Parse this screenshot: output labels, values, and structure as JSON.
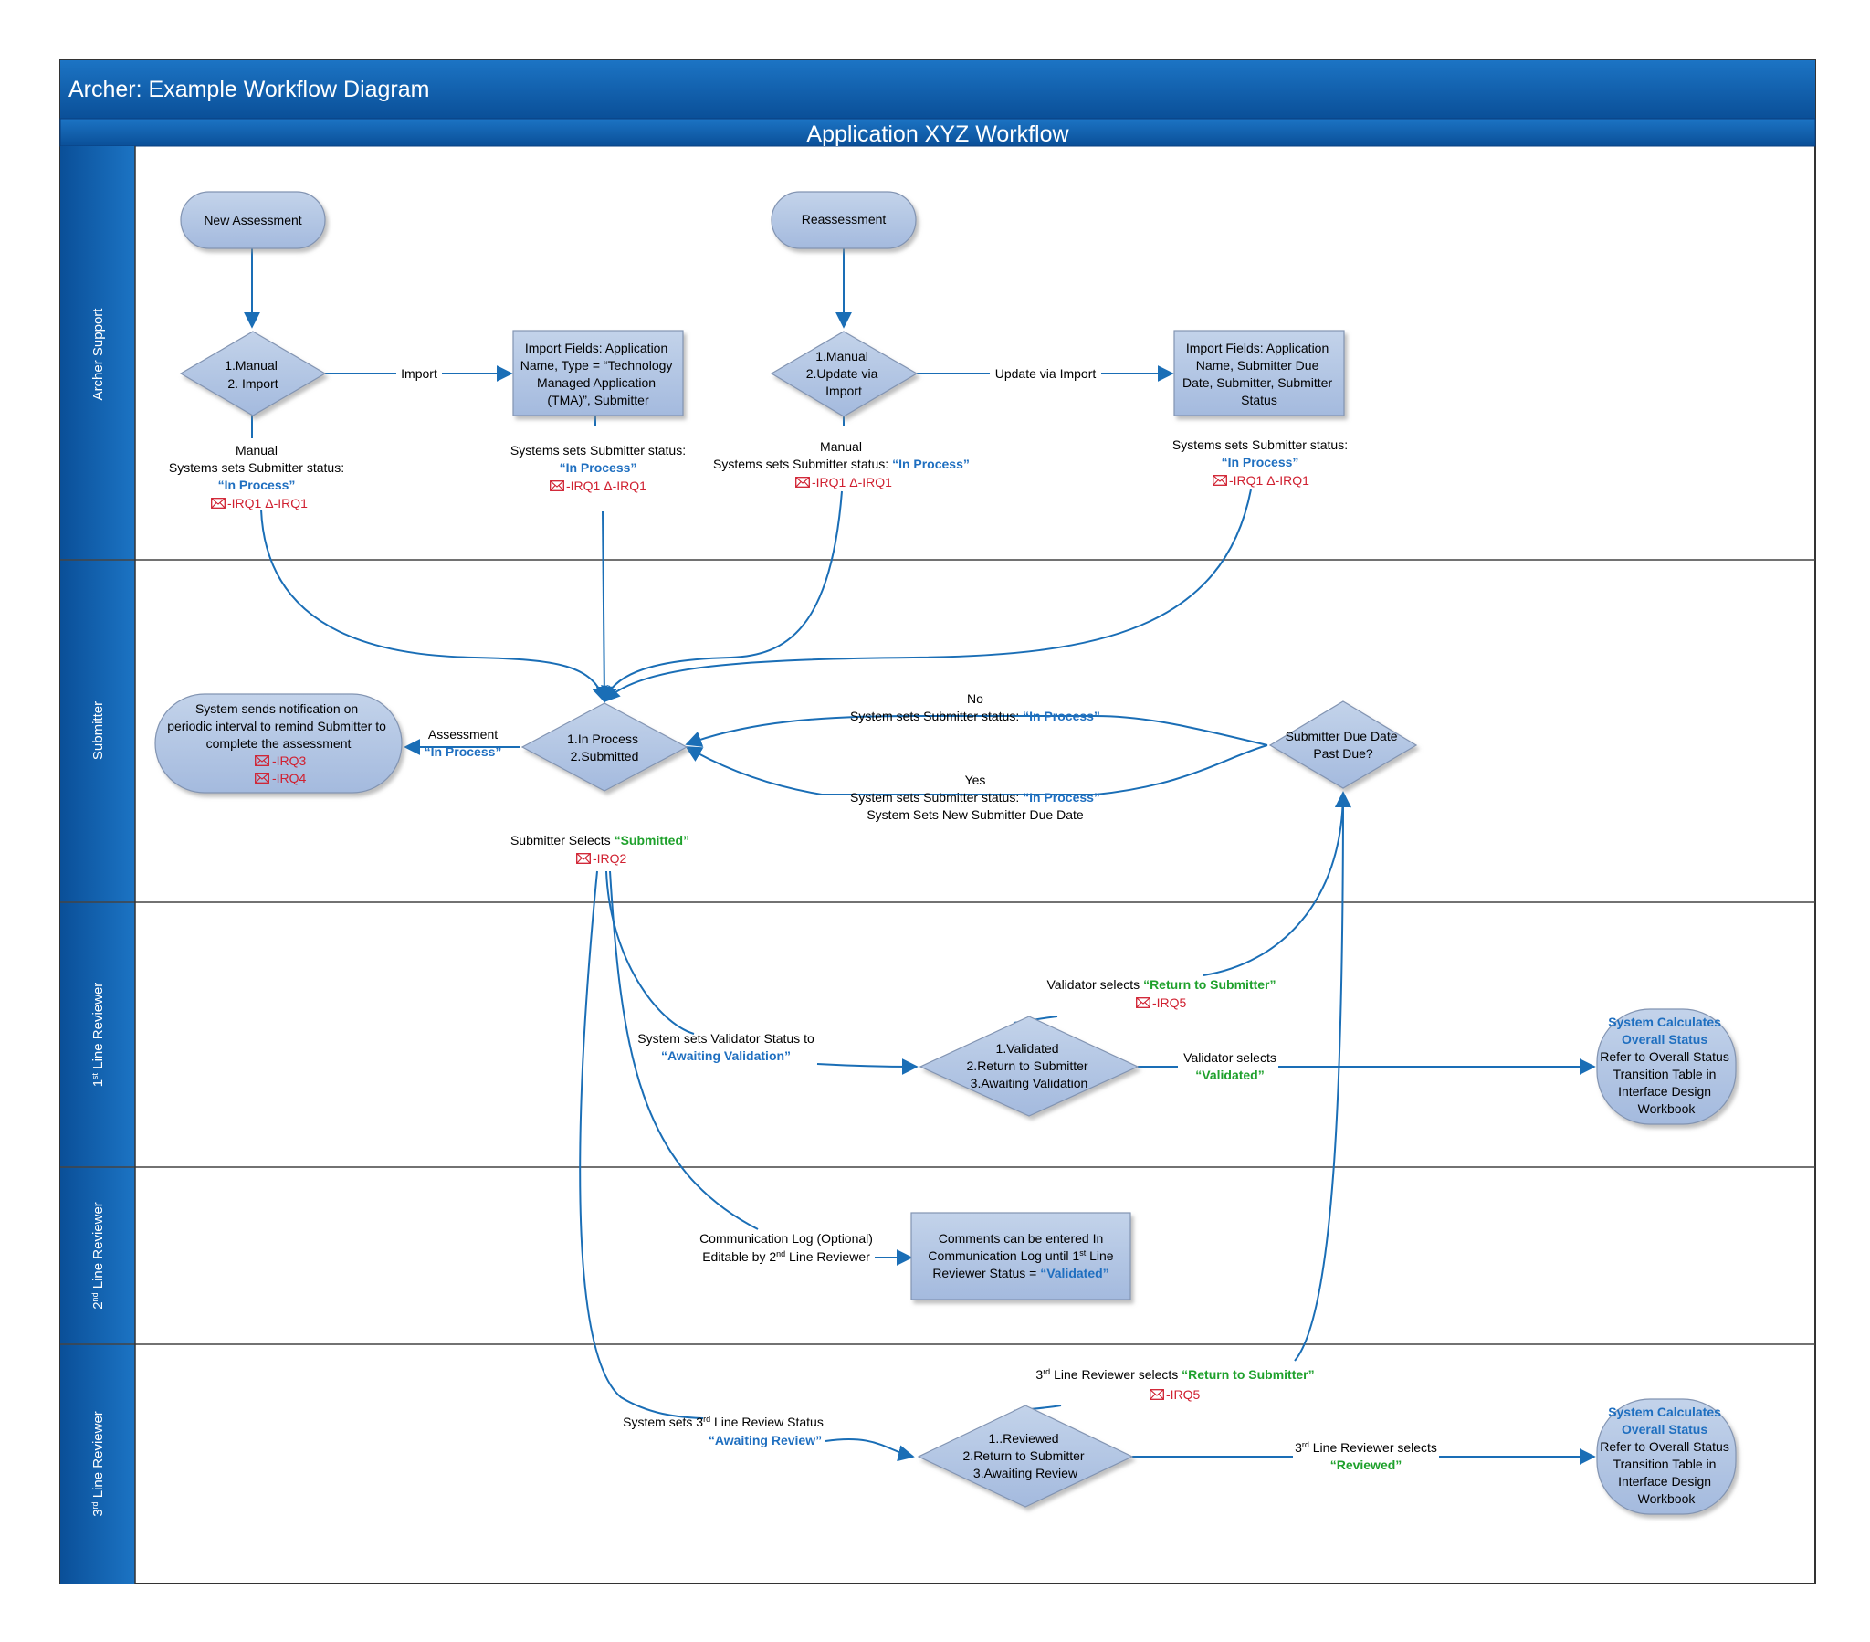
{
  "header": {
    "title": "Archer:  Example Workflow Diagram",
    "subtitle": "Application XYZ Workflow"
  },
  "lanes": {
    "archer_support": "Archer Support",
    "submitter": "Submitter",
    "l1": "1st Line Reviewer",
    "l2": "2nd Line Reviewer",
    "l3": "3rd Line Reviewer"
  },
  "nodes": {
    "new_assessment": "New Assessment",
    "reassessment": "Reassessment",
    "d1": [
      "1.Manual",
      "2. Import"
    ],
    "d2": [
      "1.Manual",
      "2.Update via",
      "Import"
    ],
    "import1": [
      "Import Fields: Application",
      "Name, Type = “Technology",
      "Managed Application",
      "(TMA)”, Submitter"
    ],
    "import2": [
      "Import Fields: Application",
      "Name, Submitter Due",
      "Date, Submitter, Submitter",
      "Status"
    ],
    "notify": [
      "System sends notification on",
      "periodic interval to remind  Submitter to",
      "complete the assessment"
    ],
    "notify_irq": [
      "-IRQ3",
      "-IRQ4"
    ],
    "d_submit": [
      "1.In Process",
      "2.Submitted"
    ],
    "due": [
      "Submitter Due Date",
      "Past Due?"
    ],
    "d_valid": [
      "1.Validated",
      "2.Return to Submitter",
      "3.Awaiting Validation"
    ],
    "sys_calc": [
      "System Calculates",
      "Overall Status",
      "Refer to Overall Status",
      "Transition Table in",
      "Interface Design",
      "Workbook"
    ],
    "comments": [
      "Comments can be entered In",
      "Communication Log until 1",
      " Line",
      "Reviewer Status = ",
      "“Validated”"
    ],
    "d_review": [
      "1..Reviewed",
      "2.Return to Submitter",
      "3.Awaiting Review"
    ]
  },
  "labels": {
    "import": "Import",
    "update_via_import": "Update via Import",
    "manual": "Manual",
    "sys_sets_a": "Systems sets  Submitter status:",
    "sys_sets_b": "Systems sets  Submitter status: ",
    "in_process": "“In Process”",
    "irq1": "-IRQ1 Δ-IRQ1",
    "assessment": "Assessment",
    "no": "No",
    "yes": "Yes",
    "sys_sets_sub": "System sets Submitter status: ",
    "new_due": "System Sets New Submitter Due Date",
    "submitter_selects": "Submitter Selects ",
    "submitted": "“Submitted”",
    "irq2": "-IRQ2",
    "validator_selects_a": "Validator  selects ",
    "return_to_submitter": "“Return to Submitter”",
    "irq5": "-IRQ5",
    "sys_sets_validator": "System sets Validator Status to",
    "awaiting_validation": "“Awaiting Validation”",
    "validator_selects_b": "Validator selects",
    "validated": "“Validated”",
    "comm_log_a": "Communication Log (Optional)",
    "comm_log_b": "Editable by 2",
    "comm_log_c": " Line Reviewer",
    "l3_selects_return": " Line Reviewer selects ",
    "sys_sets_3": "System sets 3",
    "line_review_status": " Line Review Status",
    "awaiting_review": "“Awaiting Review”",
    "l3_selects": " Line Reviewer selects",
    "reviewed": "“Reviewed”",
    "three": "3",
    "rd": "rd",
    "nd": "nd",
    "st": "st"
  },
  "colors": {
    "header": "#0a5aa8",
    "node_fill": "#b3c6e3",
    "node_stroke": "#8294b2",
    "arrow": "#1a6eb6",
    "blue_text": "#1f6fc0",
    "green_text": "#1fa12c",
    "red_text": "#d02030"
  }
}
